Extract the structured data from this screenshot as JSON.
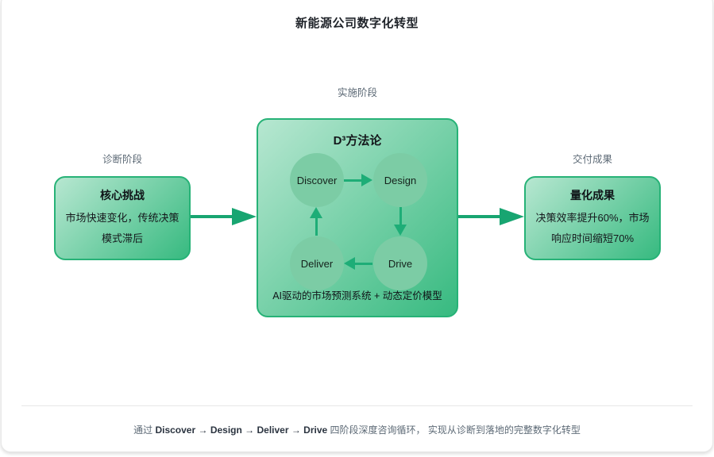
{
  "page": {
    "title": "新能源公司数字化转型"
  },
  "stages": {
    "diagnosis_label": "诊断阶段",
    "implementation_label": "实施阶段",
    "delivery_label": "交付成果"
  },
  "challenge_box": {
    "title": "核心挑战",
    "body": "市场快速变化，传统决策模式滞后"
  },
  "methodology_box": {
    "title": "D³方法论",
    "nodes": [
      {
        "label": "Discover"
      },
      {
        "label": "Design"
      },
      {
        "label": "Deliver"
      },
      {
        "label": "Drive"
      }
    ],
    "cycle": [
      "Discover → Design",
      "Design → Drive",
      "Drive → Deliver",
      "Deliver → Discover"
    ],
    "caption": "AI驱动的市场预测系统 + 动态定价模型"
  },
  "results_box": {
    "title": "量化成果",
    "body": "决策效率提升60%，市场响应时间缩短70%"
  },
  "footer": {
    "prefix": "通过 ",
    "bold": "Discover → Design → Deliver → Drive",
    "suffix": " 四阶段深度咨询循环， 实现从诊断到落地的完整数字化转型"
  },
  "colors": {
    "accent_green": "#18a571",
    "box_border_green": "#27b277",
    "gradient_light": "#b7e7d1",
    "gradient_dark": "#37ba80",
    "node_fill": "#7ccca5",
    "label_gray": "#5d6a76"
  }
}
